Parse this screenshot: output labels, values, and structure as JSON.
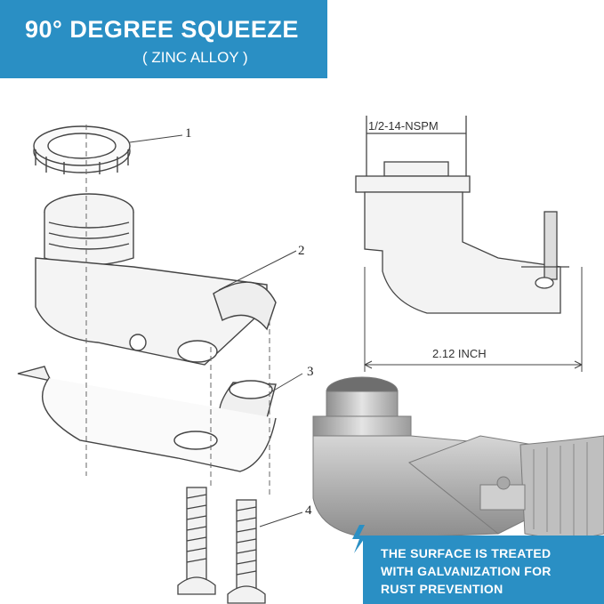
{
  "banner": {
    "title": "90° DEGREE SQUEEZE",
    "subtitle": "( ZINC ALLOY )"
  },
  "parts": {
    "labels": [
      "1",
      "2",
      "3",
      "4"
    ]
  },
  "dimensions": {
    "thread": "1/2-14-NSPM",
    "length": "2.12 INCH"
  },
  "callout": {
    "lines": [
      "THE SURFACE IS TREATED",
      "WITH GALVANIZATION FOR",
      "RUST PREVENTION"
    ]
  },
  "colors": {
    "accent": "#2a8fc4",
    "lightning": "#2a8fc4"
  }
}
